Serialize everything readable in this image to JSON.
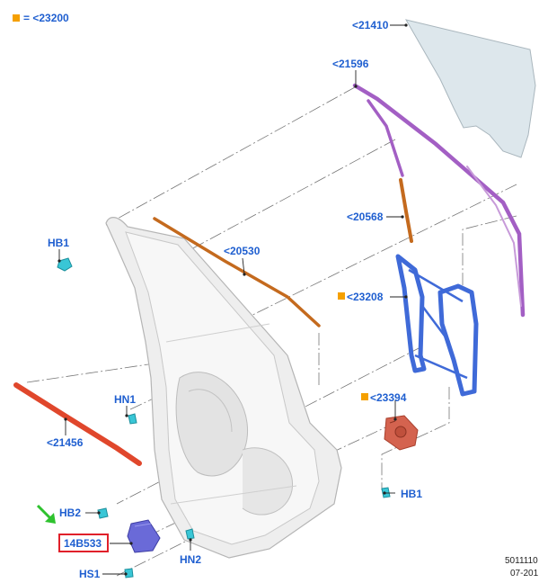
{
  "legend": {
    "symbol": "orange-square",
    "text": "= <23200"
  },
  "colors": {
    "label": "#1f5fd0",
    "marker": "#f5a000",
    "glass": "#dde7ec",
    "purple": "#a35fc4",
    "orange": "#c46a1e",
    "regulator": "#3f6ad8",
    "motor": "#d4634f",
    "clip": "#39c6d6",
    "red_strip": "#e0472c",
    "module": "#6a6ad8",
    "highlight_box": "#e0202a",
    "arrow": "#2ec22e"
  },
  "labels": {
    "l21410": "<21410",
    "l21596": "<21596",
    "l20568": "<20568",
    "l20530": "<20530",
    "l23208": "<23208",
    "l23394": "<23394",
    "l21456": "<21456",
    "hb1_top": "HB1",
    "hn1": "HN1",
    "hb1_right": "HB1",
    "hb2": "HB2",
    "part_14b533": "14B533",
    "hn2": "HN2",
    "hs1": "HS1"
  },
  "footer": {
    "line1": "5011110",
    "line2": "07-201"
  }
}
